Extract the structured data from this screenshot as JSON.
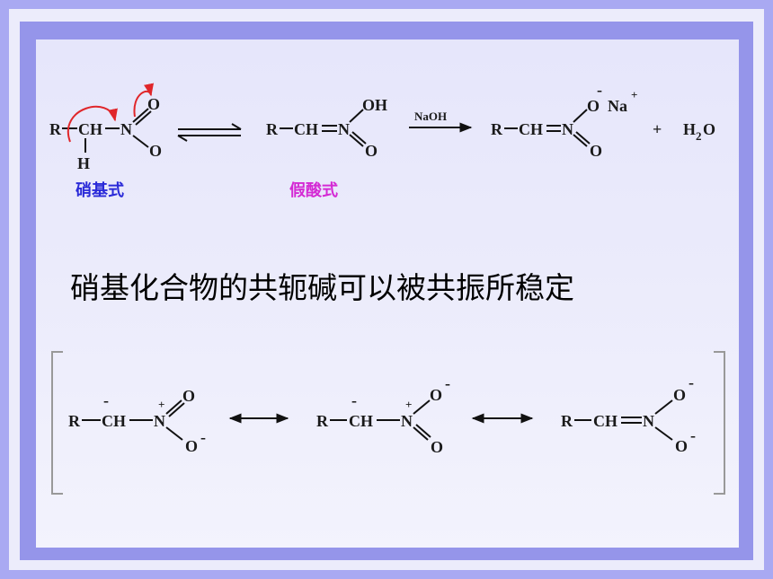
{
  "diagram": {
    "labels": {
      "R": "R",
      "CH": "CH",
      "N": "N",
      "O": "O",
      "OH": "OH",
      "H": "H",
      "Na": "Na",
      "plus": "+",
      "minus": "-",
      "water_H": "H",
      "water_sub": "2",
      "water_O": "O"
    },
    "reagent": "NaOH",
    "captions": {
      "nitro_form": "硝基式",
      "aci_form": "假酸式"
    },
    "heading": "硝基化合物的共轭碱可以被共振所稳定",
    "colors": {
      "nitro_caption": "#2a2ad8",
      "aci_caption": "#d42ad4",
      "curved_arrow": "#e0262a"
    }
  }
}
